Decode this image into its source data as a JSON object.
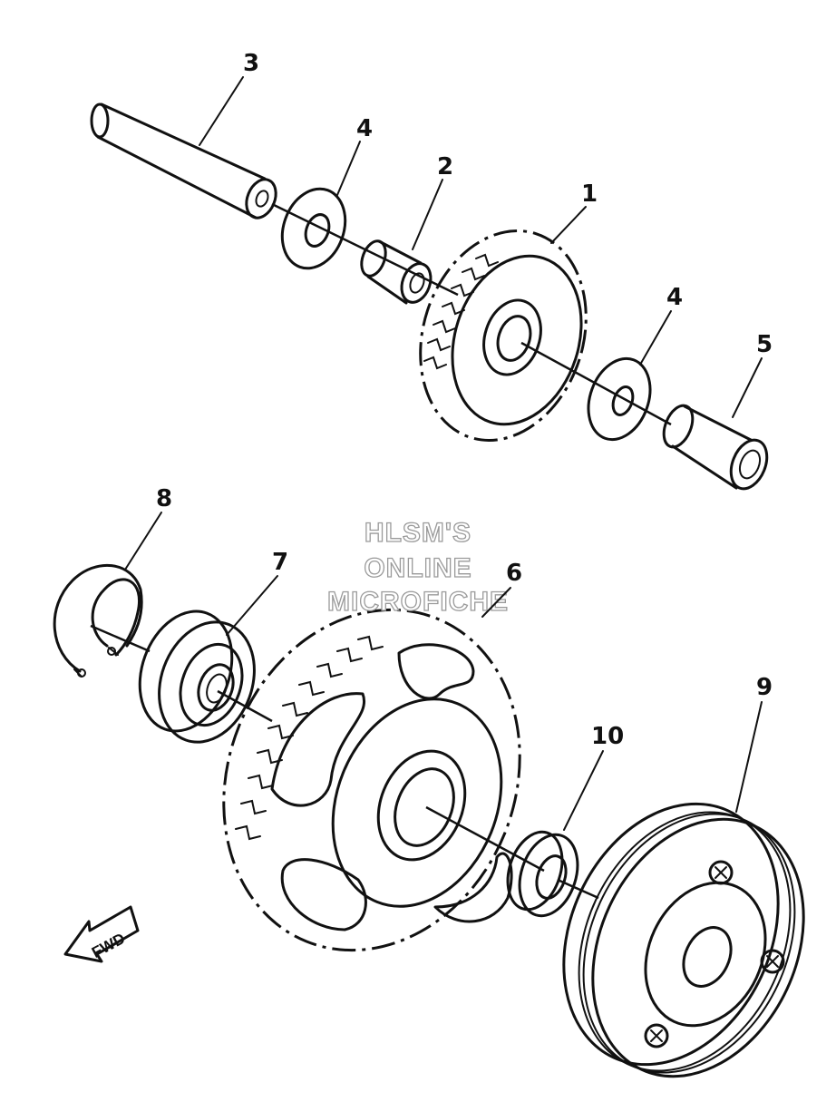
{
  "watermark": {
    "line1": "HLSM'S",
    "line2": "ONLINE",
    "line3": "MICROFICHE"
  },
  "direction_arrow": {
    "label": "FWD"
  },
  "callouts": {
    "c1": "1",
    "c2": "2",
    "c3": "3",
    "c4a": "4",
    "c4b": "4",
    "c5": "5",
    "c6": "6",
    "c7": "7",
    "c8": "8",
    "c9": "9",
    "c10": "10"
  }
}
